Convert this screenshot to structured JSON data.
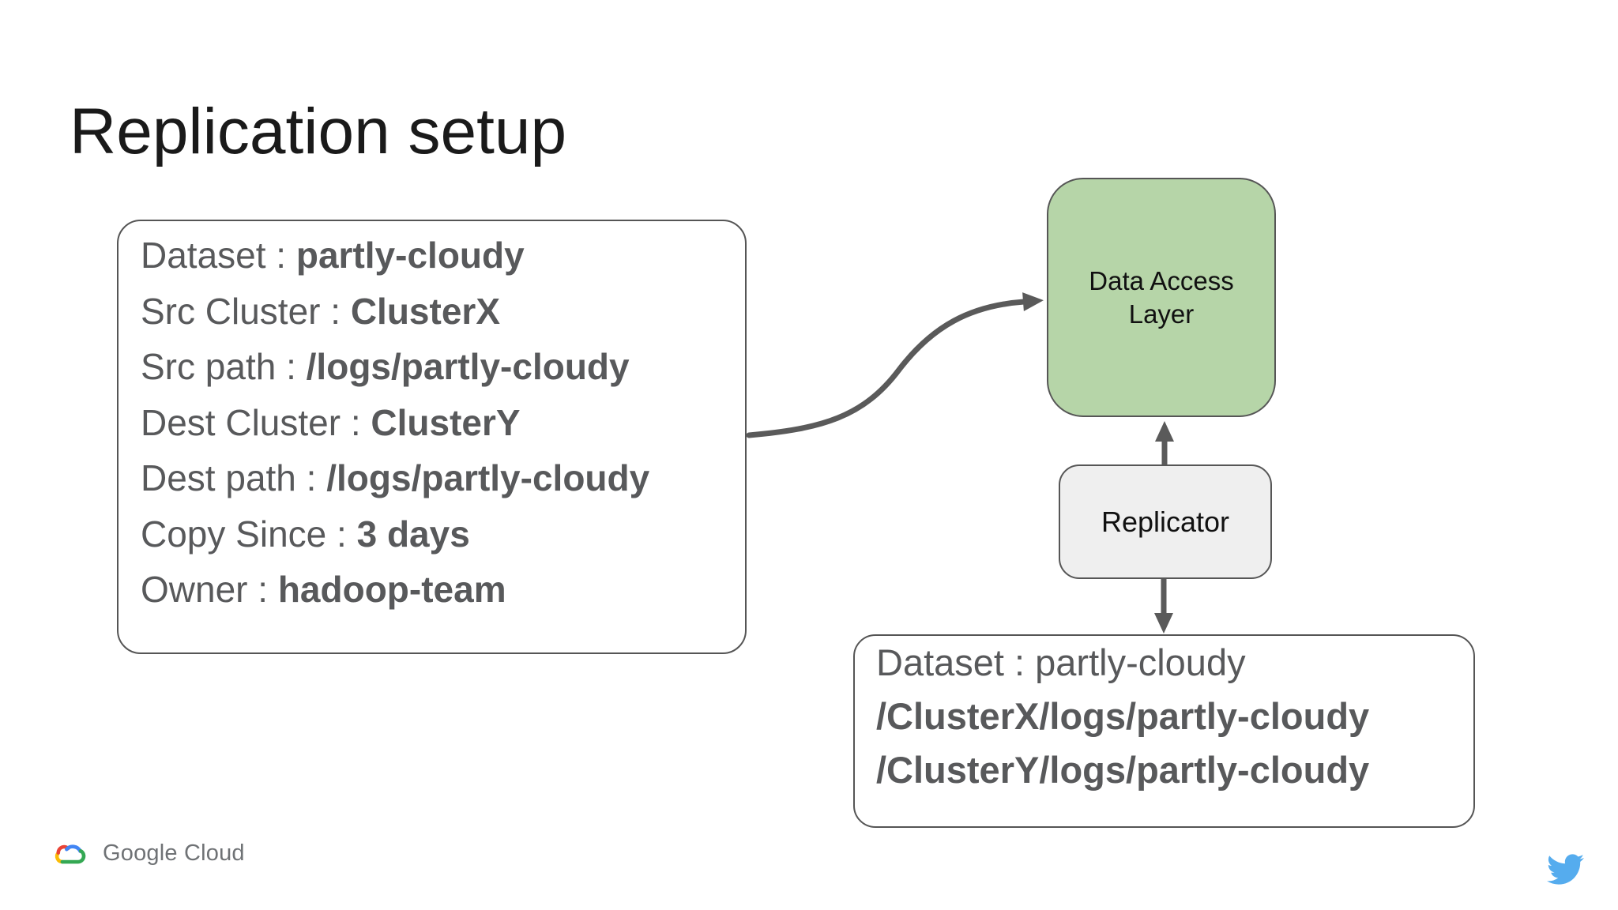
{
  "slide": {
    "title": "Replication setup",
    "config_box": {
      "separator": " : ",
      "lines": [
        {
          "label": "Dataset",
          "value": "partly-cloudy"
        },
        {
          "label": "Src Cluster",
          "value": "ClusterX"
        },
        {
          "label": "Src path",
          "value": "/logs/partly-cloudy"
        },
        {
          "label": "Dest Cluster",
          "value": "ClusterY"
        },
        {
          "label": "Dest path",
          "value": "/logs/partly-cloudy"
        },
        {
          "label": "Copy Since",
          "value": "3 days"
        },
        {
          "label": "Owner",
          "value": "hadoop-team"
        }
      ]
    },
    "diagram": {
      "data_access_layer": {
        "line1": "Data Access",
        "line2": "Layer"
      },
      "replicator": {
        "label": "Replicator"
      }
    },
    "result_box": {
      "lines": [
        {
          "text": "Dataset : partly-cloudy"
        },
        {
          "text": "/ClusterX/logs/partly-cloudy"
        },
        {
          "text": "/ClusterY/logs/partly-cloudy"
        }
      ]
    },
    "footer": {
      "brand_text": "Google Cloud",
      "logo_icon": "google-cloud-logo",
      "social_icon": "twitter-bird-icon"
    },
    "colors": {
      "title_text": "#1a1a1a",
      "body_text_gray": "#58595b",
      "box_border": "#555555",
      "green_fill": "#b6d5a8",
      "gray_fill": "#efefef",
      "arrow_gray": "#5a5a5a",
      "twitter_blue": "#55acee",
      "google_blue": "#4285f4",
      "google_red": "#ea4335",
      "google_yellow": "#fbbc05",
      "google_green": "#34a853",
      "brand_text_gray": "#6f7275"
    }
  }
}
